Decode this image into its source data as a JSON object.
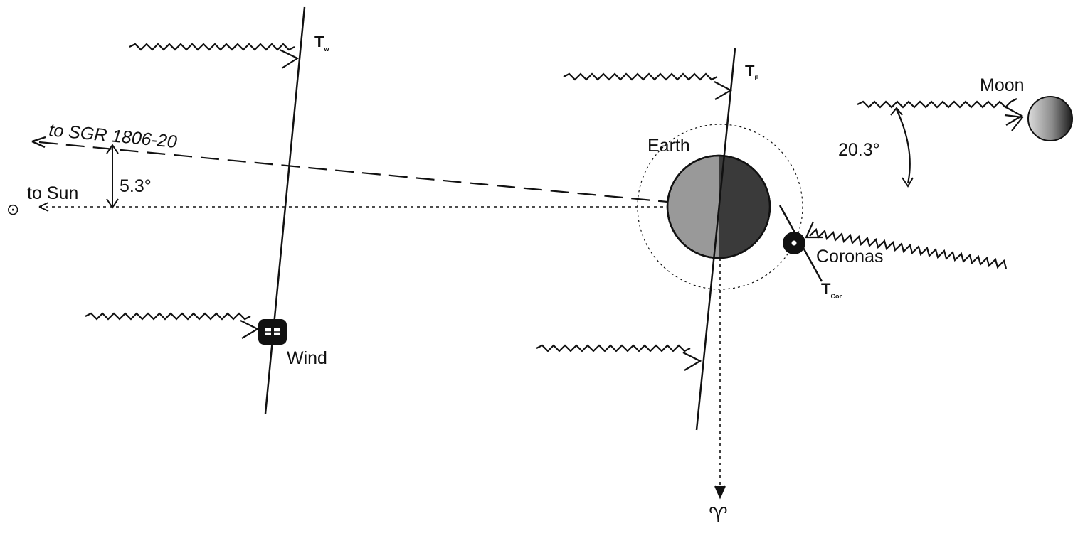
{
  "labels": {
    "t_wind_main": "T",
    "t_wind_sub": "w",
    "t_earth_main": "T",
    "t_earth_sub": "E",
    "t_cor_main": "T",
    "t_cor_sub": "Cor",
    "moon": "Moon",
    "earth": "Earth",
    "coronas": "Coronas",
    "wind": "Wind",
    "to_sgr": "to SGR 1806-20",
    "to_sun": "to Sun",
    "angle_sgr": "5.3°",
    "angle_moon": "20.3°",
    "sun_symbol": "⊙",
    "aries_symbol": "♈"
  },
  "colors": {
    "ink": "#111111",
    "earth_day": "#999999",
    "earth_night": "#3a3a3a",
    "moon_light": "#d8d8d8",
    "moon_dark": "#222222"
  }
}
